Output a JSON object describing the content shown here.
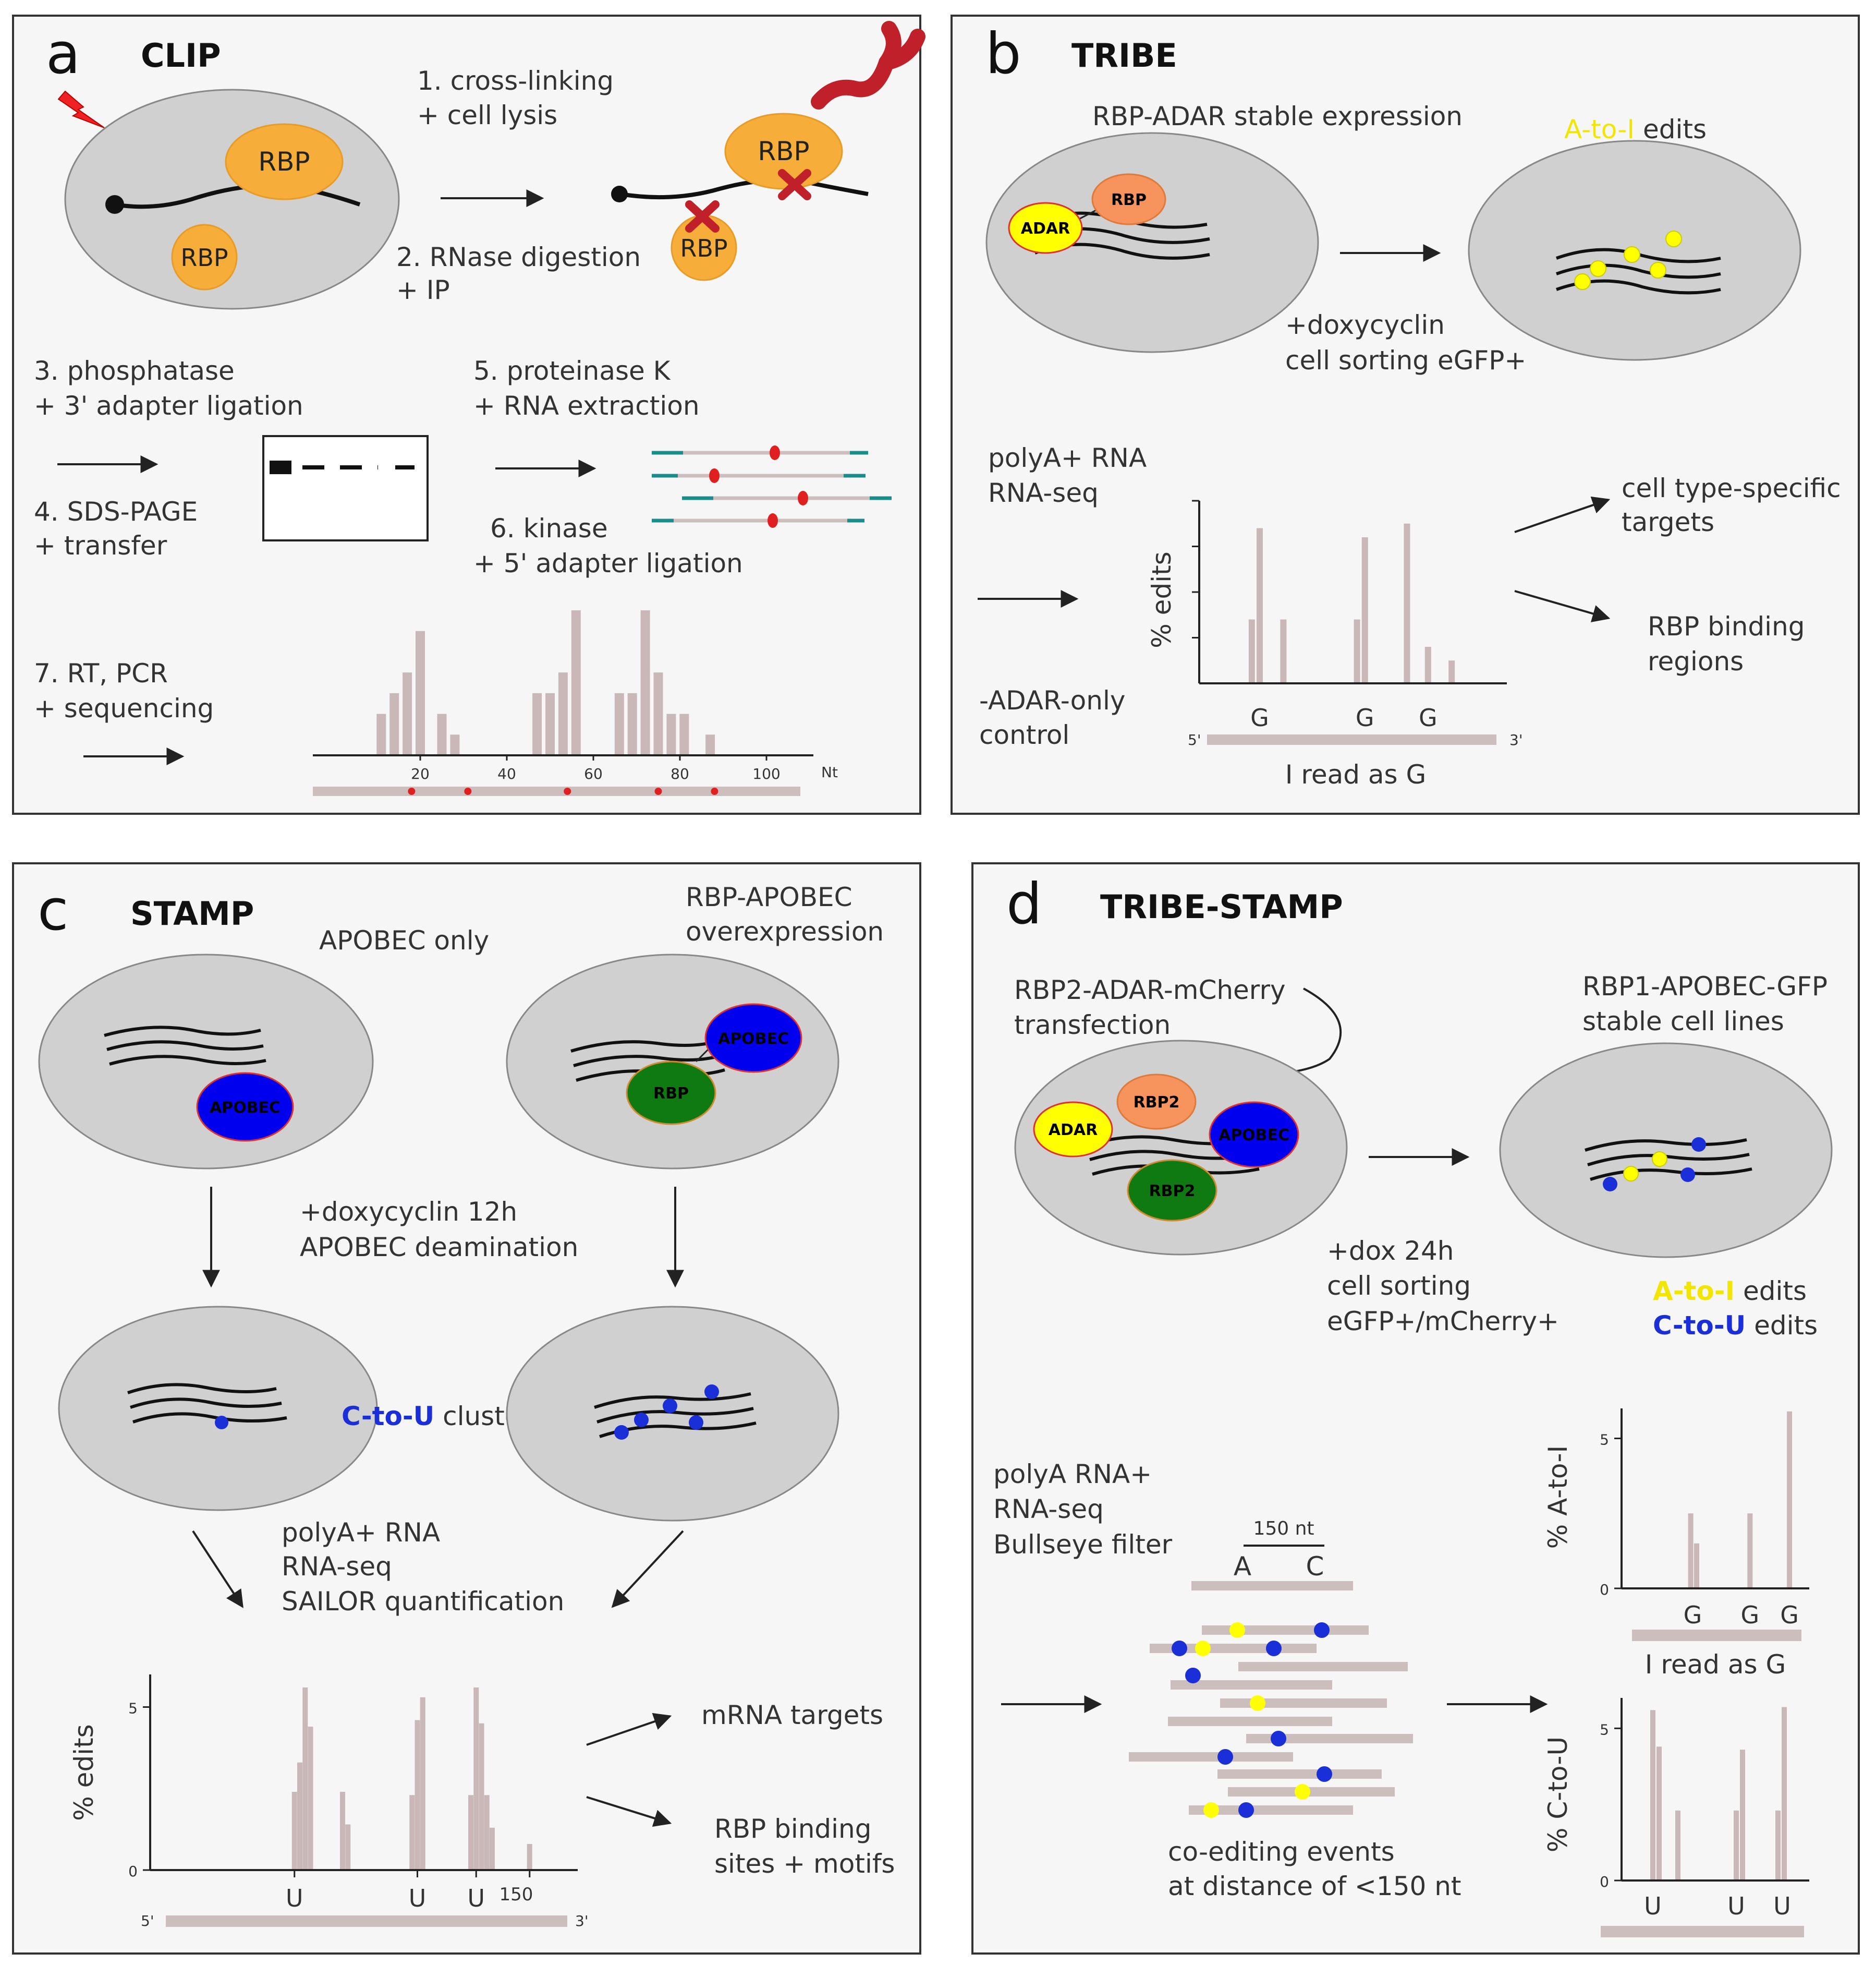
{
  "colors": {
    "cell": "#d0d0d0",
    "rbp_orange": "#f6ad3a",
    "rbp_salmon": "#f7945e",
    "adar_yellow": "#ffff00",
    "apobec_blue": "#0000ee",
    "rbp_green": "#0f7a12",
    "crosslink": "#c0202a",
    "antibody": "#c0202a",
    "bar": "#cab8b8",
    "read": "#cdbebe",
    "adapter": "#198c8c",
    "a_to_i_text": "#f2e600",
    "c_to_u_text": "#1a2fd8"
  },
  "panel_a": {
    "letter": "a",
    "title": "CLIP",
    "icons": [
      "lightning-icon",
      "antibody-icon",
      "crosslink-x-icon"
    ],
    "rbp_label": "RBP",
    "step1": [
      "1. cross-linking",
      "+ cell lysis"
    ],
    "step2": [
      "2. RNase digestion",
      "+ IP"
    ],
    "step3": [
      "3. phosphatase",
      "+ 3' adapter ligation"
    ],
    "step4": [
      "4. SDS-PAGE",
      "+ transfer"
    ],
    "step5": [
      "5. proteinase K",
      "+ RNA extraction"
    ],
    "step6": [
      "6. kinase",
      "+ 5' adapter ligation"
    ],
    "step7": [
      "7. RT, PCR",
      "+ sequencing"
    ],
    "chart_data": {
      "type": "bar",
      "xlabel": "Nt",
      "xlim": [
        0,
        100
      ],
      "xticks": [
        "20",
        "40",
        "60",
        "80",
        "100"
      ],
      "x": [
        11,
        14,
        17,
        20,
        25,
        28,
        47,
        50,
        53,
        56,
        66,
        69,
        72,
        75,
        78,
        81,
        87
      ],
      "values": [
        2,
        3,
        4,
        6,
        2,
        1,
        3,
        3,
        4,
        7,
        3,
        3,
        7,
        4,
        2,
        2,
        1
      ],
      "crosslink_sites": [
        18,
        31,
        54,
        75,
        88
      ]
    }
  },
  "panel_b": {
    "letter": "b",
    "title": "TRIBE",
    "adar_label": "ADAR",
    "rbp_label": "RBP",
    "stable_expression": "RBP-ADAR stable expression",
    "edits_colored": "A-to-I",
    "edits_suffix": " edits",
    "treatment": [
      "+doxycyclin",
      "cell sorting eGFP+"
    ],
    "rnaseq": [
      "polyA+ RNA",
      "RNA-seq"
    ],
    "control": [
      "-ADAR-only",
      "control"
    ],
    "out1": [
      "cell type-specific",
      "targets"
    ],
    "out2": [
      "RBP binding",
      "regions"
    ],
    "chart_data": {
      "type": "bar",
      "ylabel": "% edits",
      "ylim": [
        0,
        4
      ],
      "five_prime": "5'",
      "three_prime": "3'",
      "xnote": "I read as G",
      "x": [
        2,
        2.3,
        3.2,
        6,
        6.3,
        7.9,
        8.7,
        9.6
      ],
      "values": [
        1.4,
        3.4,
        1.4,
        1.4,
        3.2,
        3.5,
        0.8,
        0.5
      ],
      "g_labels": [
        "G",
        "G",
        "G"
      ]
    }
  },
  "panel_c": {
    "letter": "c",
    "title": "STAMP",
    "apobec_only": "APOBEC only",
    "overexpression": [
      "RBP-APOBEC",
      "overexpression"
    ],
    "apobec_label": "APOBEC",
    "rbp_label": "RBP",
    "treatment": [
      "+doxycyclin 12h",
      "APOBEC deamination"
    ],
    "clusters_colored": "C-to-U",
    "clusters_suffix": " clusters",
    "processing": [
      "polyA+ RNA",
      "RNA-seq",
      "SAILOR quantification"
    ],
    "out1": "mRNA targets",
    "out2": [
      "RBP binding",
      "sites + motifs"
    ],
    "chart_data": {
      "type": "bar",
      "ylabel": "% edits",
      "ylim": [
        0,
        6
      ],
      "yticks": [
        "0",
        "5"
      ],
      "five_prime": "5'",
      "three_prime": "3'",
      "u_labels": [
        "U",
        "U",
        "U"
      ],
      "x_label_150": "150",
      "x": [
        27,
        28,
        29,
        30,
        31,
        36,
        37,
        49,
        50,
        51,
        52,
        53,
        60,
        61,
        62,
        63,
        64,
        65,
        71
      ],
      "values": [
        2.4,
        3.3,
        5.6,
        4.4,
        0,
        2.4,
        1.4,
        2.3,
        4.6,
        5.3,
        0,
        0,
        2.3,
        5.6,
        4.5,
        2.3,
        1.3,
        0,
        0.8
      ]
    }
  },
  "panel_d": {
    "letter": "d",
    "title": "TRIBE-STAMP",
    "rbp2_adar": [
      "RBP2-ADAR-mCherry",
      "transfection"
    ],
    "rbp1_apobec": [
      "RBP1-APOBEC-GFP",
      "stable cell lines"
    ],
    "adar_label": "ADAR",
    "rbp2_label": "RBP2",
    "apobec_label": "APOBEC",
    "treatment": [
      "+dox 24h",
      "cell sorting",
      "eGFP+/mCherry+"
    ],
    "edits1_colored": "A-to-I",
    "edits2_colored": "C-to-U",
    "edits_suffix": " edits",
    "processing": [
      "polyA RNA+",
      "RNA-seq",
      "Bullseye filter"
    ],
    "window_label": "150 nt",
    "window_a": "A",
    "window_c": "C",
    "coediting": [
      "co-editing events",
      "at distance of <150 nt"
    ],
    "chart_ai": {
      "type": "bar",
      "ylabel": "% A-to-I",
      "ylim": [
        0,
        6
      ],
      "yticks": [
        "0",
        "5"
      ],
      "xnote": "I read as G",
      "g_labels": [
        "G",
        "G",
        "G"
      ],
      "x": [
        1,
        1.3,
        4,
        6
      ],
      "values": [
        2.5,
        1.5,
        2.5,
        5.9
      ]
    },
    "chart_cu": {
      "type": "bar",
      "ylabel": "% C-to-U",
      "ylim": [
        0,
        6
      ],
      "yticks": [
        "0",
        "5"
      ],
      "u_labels": [
        "U",
        "U",
        "U"
      ],
      "x": [
        1,
        1.3,
        2.2,
        5,
        5.3,
        7,
        7.3
      ],
      "values": [
        5.6,
        4.4,
        2.3,
        2.3,
        4.3,
        2.3,
        5.7
      ]
    }
  }
}
